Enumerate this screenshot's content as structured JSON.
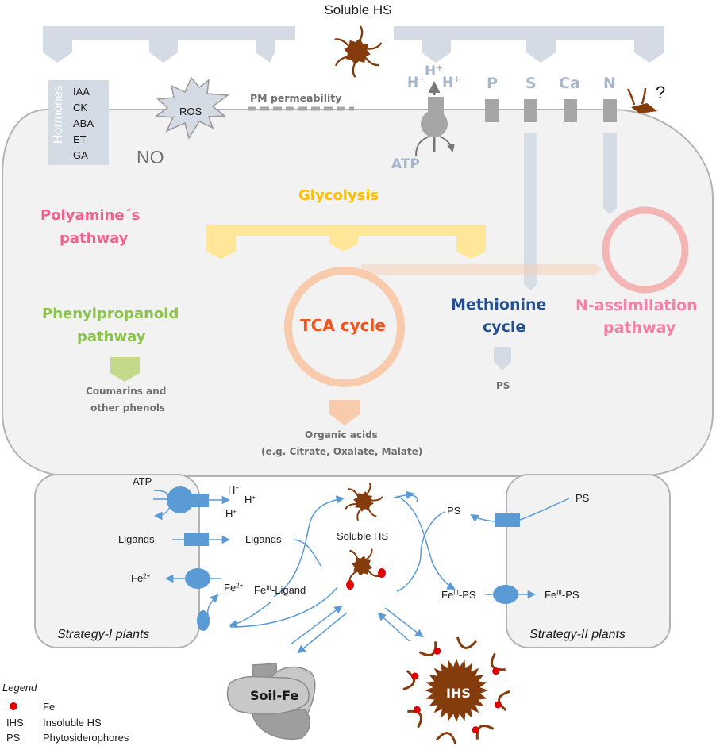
{
  "title": "Soluble HS",
  "colors": {
    "cell_fill": "#f2f2f2",
    "cell_stroke": "#b3b3b3",
    "input_arrow": "#d5dbe4",
    "hs_brown": "#843c0c",
    "fe_red": "#e00000",
    "transport_blue": "#5b9bd5",
    "glycolysis": "#ffc000",
    "glycolysis_arrow": "#ffe699",
    "tca_ring": "#f8cbad",
    "tca_text": "#f0541e",
    "polyamine": "#f06292",
    "phenyl": "#8bc34a",
    "phenyl_arrow": "#c5d98a",
    "methionine": "#254f8e",
    "n_assim_ring": "#f4b5b5",
    "n_assim_text": "#f57fa6"
  },
  "membrane": {
    "hormones_label": "Hormones",
    "hormones": [
      "IAA",
      "CK",
      "ABA",
      "ET",
      "GA"
    ],
    "ros": "ROS",
    "no": "NO",
    "pm_permeability": "PM permeability",
    "proton_pump": {
      "h1": "H",
      "h2": "H",
      "h3": "H",
      "plus": "+",
      "atp": "ATP"
    },
    "nutrients": [
      "P",
      "S",
      "Ca",
      "N"
    ],
    "question": "?"
  },
  "pathways": {
    "glycolysis": "Glycolysis",
    "polyamine_1": "Polyamine´s",
    "polyamine_2": "pathway",
    "phenyl_1": "Phenylpropanoid",
    "phenyl_2": "pathway",
    "coumarins_1": "Coumarins and",
    "coumarins_2": "other phenols",
    "tca": "TCA cycle",
    "organic_1": "Organic acids",
    "organic_2": "(e.g. Citrate, Oxalate, Malate)",
    "methionine_1": "Methionine",
    "methionine_2": "cycle",
    "ps_product": "PS",
    "nassim_1": "N-assimilation",
    "nassim_2": "pathway"
  },
  "rhizosphere": {
    "strategy1": {
      "label": "Strategy-I plants",
      "atp": "ATP",
      "h_plus": [
        "H",
        "H",
        "H"
      ],
      "ligands_in": "Ligands",
      "ligands_out": "Ligands",
      "fe2_in": "Fe",
      "fe2_out": "Fe",
      "fe2_sup": "2+",
      "fe3_ligand_pre": "Fe",
      "fe3_sup": "III",
      "fe3_ligand_post": "-Ligand"
    },
    "soluble_hs": "Soluble HS",
    "strategy2": {
      "label": "Strategy-II plants",
      "ps_in": "PS",
      "ps_out": "PS",
      "fe3ps_out_pre": "Fe",
      "fe3ps_in_pre": "Fe",
      "fe3_sup": "III",
      "ps_post": "-PS"
    },
    "soil_fe": "Soil-Fe",
    "ihs": "IHS"
  },
  "legend": {
    "title": "Legend",
    "items": [
      {
        "key": "●",
        "label": "Fe"
      },
      {
        "key": "IHS",
        "label": "Insoluble HS"
      },
      {
        "key": "PS",
        "label": "Phytosiderophores"
      }
    ]
  }
}
